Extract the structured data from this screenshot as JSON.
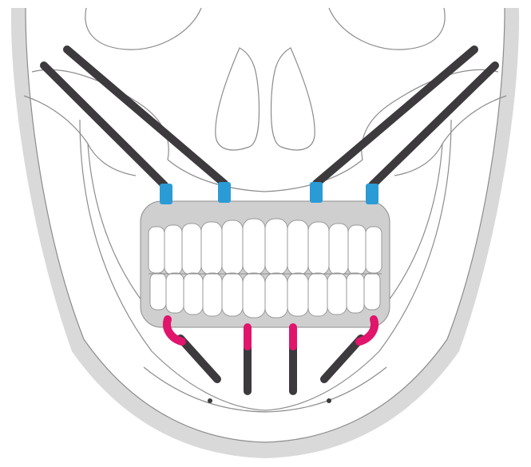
{
  "diagram": {
    "subject": "skull-with-full-arch-dental-implants",
    "colors": {
      "background": "#ffffff",
      "skull_outline": "#8c8c8c",
      "jaw_shadow": "#d9d9d9",
      "gum_band": "#cfcfcf",
      "tooth_fill": "#ffffff",
      "tooth_shade": "#e3e3e3",
      "implant_shaft": "#3c3a3d",
      "upper_abutment": "#2b9bd6",
      "lower_abutment": "#e0156b"
    },
    "upper_implants": {
      "count": 4,
      "type": "zygomatic"
    },
    "lower_implants": {
      "count": 4,
      "type": "mandibular"
    }
  }
}
